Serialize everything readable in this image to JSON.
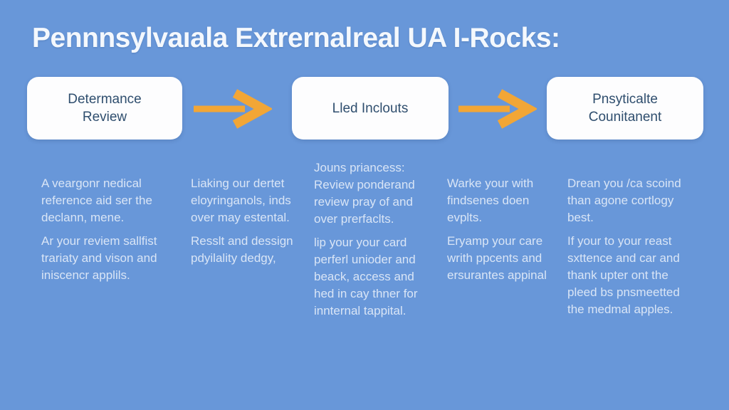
{
  "title": "Pennnsylvaıala Extrernalreal UA I-Rocks:",
  "colors": {
    "background": "#6897d9",
    "box_bg": "#fdfdfe",
    "box_text": "#2f4e6e",
    "arrow": "#f2a636",
    "body_text": "#d9e5f6",
    "title_text": "#f4f8fd"
  },
  "flow": {
    "boxes": [
      {
        "label": "Determance\nReview"
      },
      {
        "label": "Lled Inclouts"
      },
      {
        "label": "Pnsyticalte\nCounitanent"
      }
    ],
    "arrow_icon": "arrow-right"
  },
  "columns": [
    {
      "paragraphs": [
        "A veargonr nedical\nreference aid ser the\ndeclann, mene.",
        "Ar your reviem sallfist\ntrariaty and vison and\niniscencr applils."
      ]
    },
    {
      "paragraphs": [
        "Liaking our dertet\neloyringanols, inds\nover may estental.",
        "Resslt and dessign\npdyilality dedgy,"
      ]
    },
    {
      "paragraphs": [
        "Jouns priancess:\nReview ponderand\nreview pray of and\nover prerfaclts.",
        "lip your your card\nperferl unioder and\nbeack, access and\nhed in cay thner for\ninnternal tappital."
      ]
    },
    {
      "paragraphs": [
        "Warke your with\nfindsenes doen\nevplts.",
        "Eryamp your care\nwrith ppcents and\nersurantes appinal"
      ]
    },
    {
      "paragraphs": [
        "Drean you /ca scoind\nthan agone cortlogy\nbest.",
        "If your to your reast\nsxttence and car and\nthank upter ont the\npleed bs pnsmeetted\nthe medmal apples."
      ]
    }
  ]
}
